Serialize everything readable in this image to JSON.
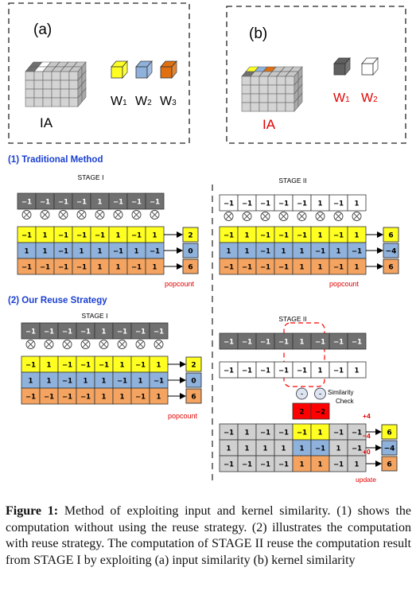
{
  "colors": {
    "dark_gray": "#707070",
    "light_gray": "#d0d0d0",
    "yellow": "#ffff22",
    "blue": "#8fb2dc",
    "orange": "#f4a460",
    "red_box": "#ff0000",
    "title_blue": "#1a3fd1",
    "red_text": "#e00000"
  },
  "panel_a": {
    "label": "(a)",
    "ia_label": "IA",
    "kernels": [
      {
        "name": "W",
        "sub": "1",
        "color": "#ffff22"
      },
      {
        "name": "W",
        "sub": "2",
        "color": "#8fb2dc"
      },
      {
        "name": "W",
        "sub": "3",
        "color": "#e07010"
      }
    ]
  },
  "panel_b": {
    "label": "(b)",
    "ia_label": "IA",
    "kernels": [
      {
        "name": "W",
        "sub": "1",
        "color": "#606060"
      },
      {
        "name": "W",
        "sub": "2",
        "color": "#ffffff"
      }
    ]
  },
  "section1": {
    "title": "(1) Traditional Method",
    "stage1": {
      "label": "STAGE I",
      "input": [
        "−1",
        "−1",
        "−1",
        "−1",
        "1",
        "−1",
        "−1",
        "−1"
      ],
      "rows": [
        [
          "−1",
          "1",
          "−1",
          "−1",
          "−1",
          "1",
          "−1",
          "1"
        ],
        [
          "1",
          "1",
          "−1",
          "1",
          "1",
          "−1",
          "1",
          "−1"
        ],
        [
          "−1",
          "−1",
          "−1",
          "−1",
          "1",
          "1",
          "−1",
          "1"
        ]
      ],
      "results": [
        "2",
        "0",
        "6"
      ],
      "popcount": "popcount"
    },
    "stage2": {
      "label": "STAGE II",
      "input": [
        "−1",
        "−1",
        "−1",
        "−1",
        "−1",
        "1",
        "−1",
        "1"
      ],
      "rows": [
        [
          "−1",
          "1",
          "−1",
          "−1",
          "−1",
          "1",
          "−1",
          "1"
        ],
        [
          "1",
          "1",
          "−1",
          "1",
          "1",
          "−1",
          "1",
          "−1"
        ],
        [
          "−1",
          "−1",
          "−1",
          "−1",
          "1",
          "1",
          "−1",
          "1"
        ]
      ],
      "results": [
        "6",
        "−4",
        "6"
      ],
      "popcount": "popcount"
    }
  },
  "section2": {
    "title": "(2) Our Reuse Strategy",
    "stage1": {
      "label": "STAGE I",
      "input": [
        "−1",
        "−1",
        "−1",
        "−1",
        "1",
        "−1",
        "−1",
        "−1"
      ],
      "rows": [
        [
          "−1",
          "1",
          "−1",
          "−1",
          "−1",
          "1",
          "−1",
          "1"
        ],
        [
          "1",
          "1",
          "−1",
          "1",
          "1",
          "−1",
          "1",
          "−1"
        ],
        [
          "−1",
          "−1",
          "−1",
          "−1",
          "1",
          "1",
          "−1",
          "1"
        ]
      ],
      "results": [
        "2",
        "0",
        "6"
      ],
      "popcount": "popcount"
    },
    "stage2": {
      "label": "STAGE II",
      "prev_input": [
        "−1",
        "−1",
        "−1",
        "−1",
        "1",
        "−1",
        "−1",
        "−1"
      ],
      "input": [
        "−1",
        "−1",
        "−1",
        "−1",
        "−1",
        "1",
        "−1",
        "1"
      ],
      "minus": [
        "-",
        "-"
      ],
      "similarity": [
        "Similarity",
        "Check"
      ],
      "diff": [
        "2",
        "−2"
      ],
      "rows": [
        [
          "−1",
          "1",
          "−1",
          "−1",
          "−1",
          "1",
          "−1",
          "−1"
        ],
        [
          "1",
          "1",
          "1",
          "1",
          "1",
          "−1",
          "1",
          "−1"
        ],
        [
          "−1",
          "−1",
          "−1",
          "−1",
          "1",
          "1",
          "−1",
          "1"
        ]
      ],
      "deltas": [
        "+4",
        "−4",
        "+0"
      ],
      "results": [
        "6",
        "−4",
        "6"
      ],
      "update": "update"
    }
  },
  "caption": {
    "label": "Figure 1:",
    "text": " Method of exploiting input and kernel similarity. (1) shows the computation without using the reuse strategy. (2) illustrates the computation with reuse strategy. The computation of STAGE II reuse the computation result from STAGE I by exploiting (a) input similarity (b) kernel similarity"
  }
}
